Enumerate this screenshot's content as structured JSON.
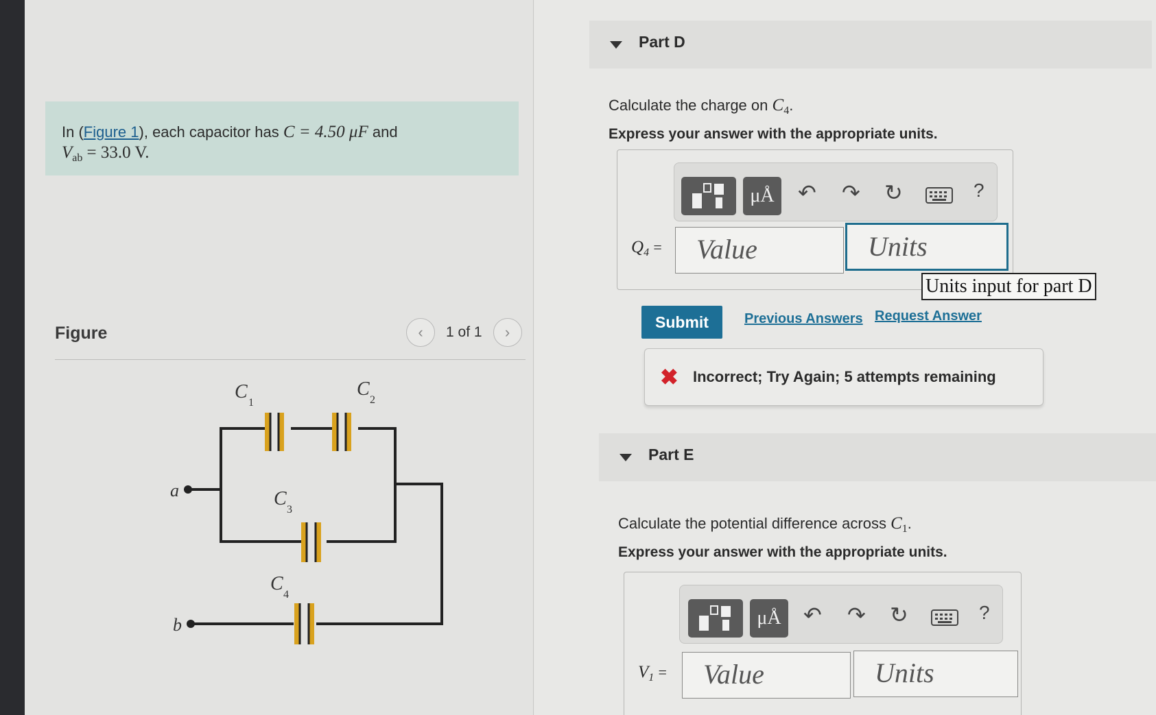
{
  "problem": {
    "prefix": "In (",
    "figure_link": "Figure 1",
    "mid": "), each capacitor has",
    "c_expr": "C = 4.50 μF",
    "and": "and",
    "v_symbol": "V",
    "v_sub": "ab",
    "v_value": "= 33.0 V."
  },
  "figure": {
    "title": "Figure",
    "counter": "1 of 1",
    "prev_icon": "chevron-left-icon",
    "next_icon": "chevron-right-icon",
    "labels": {
      "c1": "C",
      "c1_sub": "1",
      "c2": "C",
      "c2_sub": "2",
      "c3": "C",
      "c3_sub": "3",
      "c4": "C",
      "c4_sub": "4",
      "a": "a",
      "b": "b"
    }
  },
  "part_d": {
    "title": "Part D",
    "question_prefix": "Calculate the charge on",
    "question_symbol": "C",
    "question_sub": "4",
    "question_suffix": ".",
    "instruction": "Express your answer with the appropriate units.",
    "toolbar": {
      "mu_label": "μÅ",
      "help": "?"
    },
    "answer_label": "Q",
    "answer_sub": "4",
    "answer_eq": "=",
    "value_placeholder": "Value",
    "units_placeholder": "Units",
    "tooltip": "Units input for part D",
    "submit": "Submit",
    "previous_answers": "Previous Answers",
    "request_answer": "Request Answer",
    "feedback_icon": "✖",
    "feedback": "Incorrect; Try Again; 5 attempts remaining"
  },
  "part_e": {
    "title": "Part E",
    "question_prefix": "Calculate the potential difference across",
    "question_symbol": "C",
    "question_sub": "1",
    "question_suffix": ".",
    "instruction": "Express your answer with the appropriate units.",
    "toolbar": {
      "mu_label": "μÅ",
      "help": "?"
    },
    "answer_label": "V",
    "answer_sub": "1",
    "answer_eq": "=",
    "value_placeholder": "Value",
    "units_placeholder": "Units"
  },
  "colors": {
    "accent": "#1d6f96",
    "problem_bg": "#c9dcd6",
    "error": "#d2222a",
    "capacitor_plate": "#d9a21e"
  }
}
